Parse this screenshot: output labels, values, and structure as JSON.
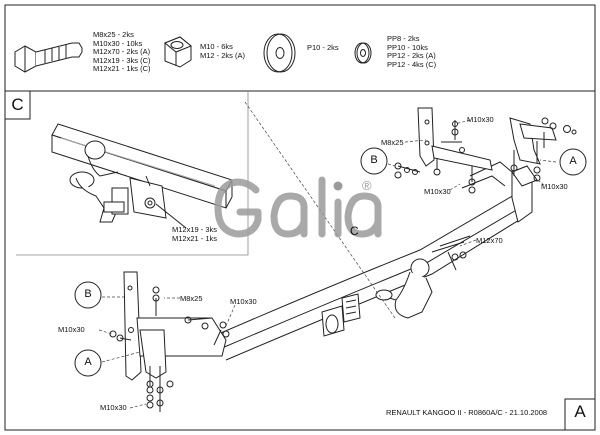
{
  "hardware_kits": [
    {
      "lines": [
        "M8x25 - 2ks",
        "M10x30 - 10ks",
        "M12x70 - 2ks (A)",
        "M12x19 - 3ks (C)",
        "M12x21 - 1ks (C)"
      ]
    },
    {
      "lines": [
        "M10 - 6ks",
        "M12 - 2ks (A)"
      ]
    },
    {
      "lines": [
        "P10 - 2ks"
      ]
    },
    {
      "lines": [
        "PP8 - 2ks",
        "PP10 - 10ks",
        "PP12 - 2ks (A)",
        "PP12 - 4ks (C)"
      ]
    }
  ],
  "sections": {
    "inset": "C",
    "main": "A"
  },
  "brand": {
    "name": "Galia",
    "registered": "®"
  },
  "callouts": {
    "A_right": "A",
    "B_right": "B",
    "A_left": "A",
    "B_left": "B",
    "C_center": "C"
  },
  "bolt_labels": {
    "m10x30_top": "M10x30",
    "m8x25_top": "M8x25",
    "m10x30_mid_left": "M10x30",
    "m10x30_mid_right": "M10x30",
    "m12x70": "M12x70",
    "m8x25_bottom": "M8x25",
    "m10x30_bottom_top": "M10x30",
    "m10x30_left": "M10x30",
    "m10x30_bottom": "M10x30"
  },
  "inset_labels": [
    "M12x19 - 3ks",
    "M12x21 - 1ks"
  ],
  "footer": "RENAULT KANGOO II - R0860A/C - 21.10.2008"
}
